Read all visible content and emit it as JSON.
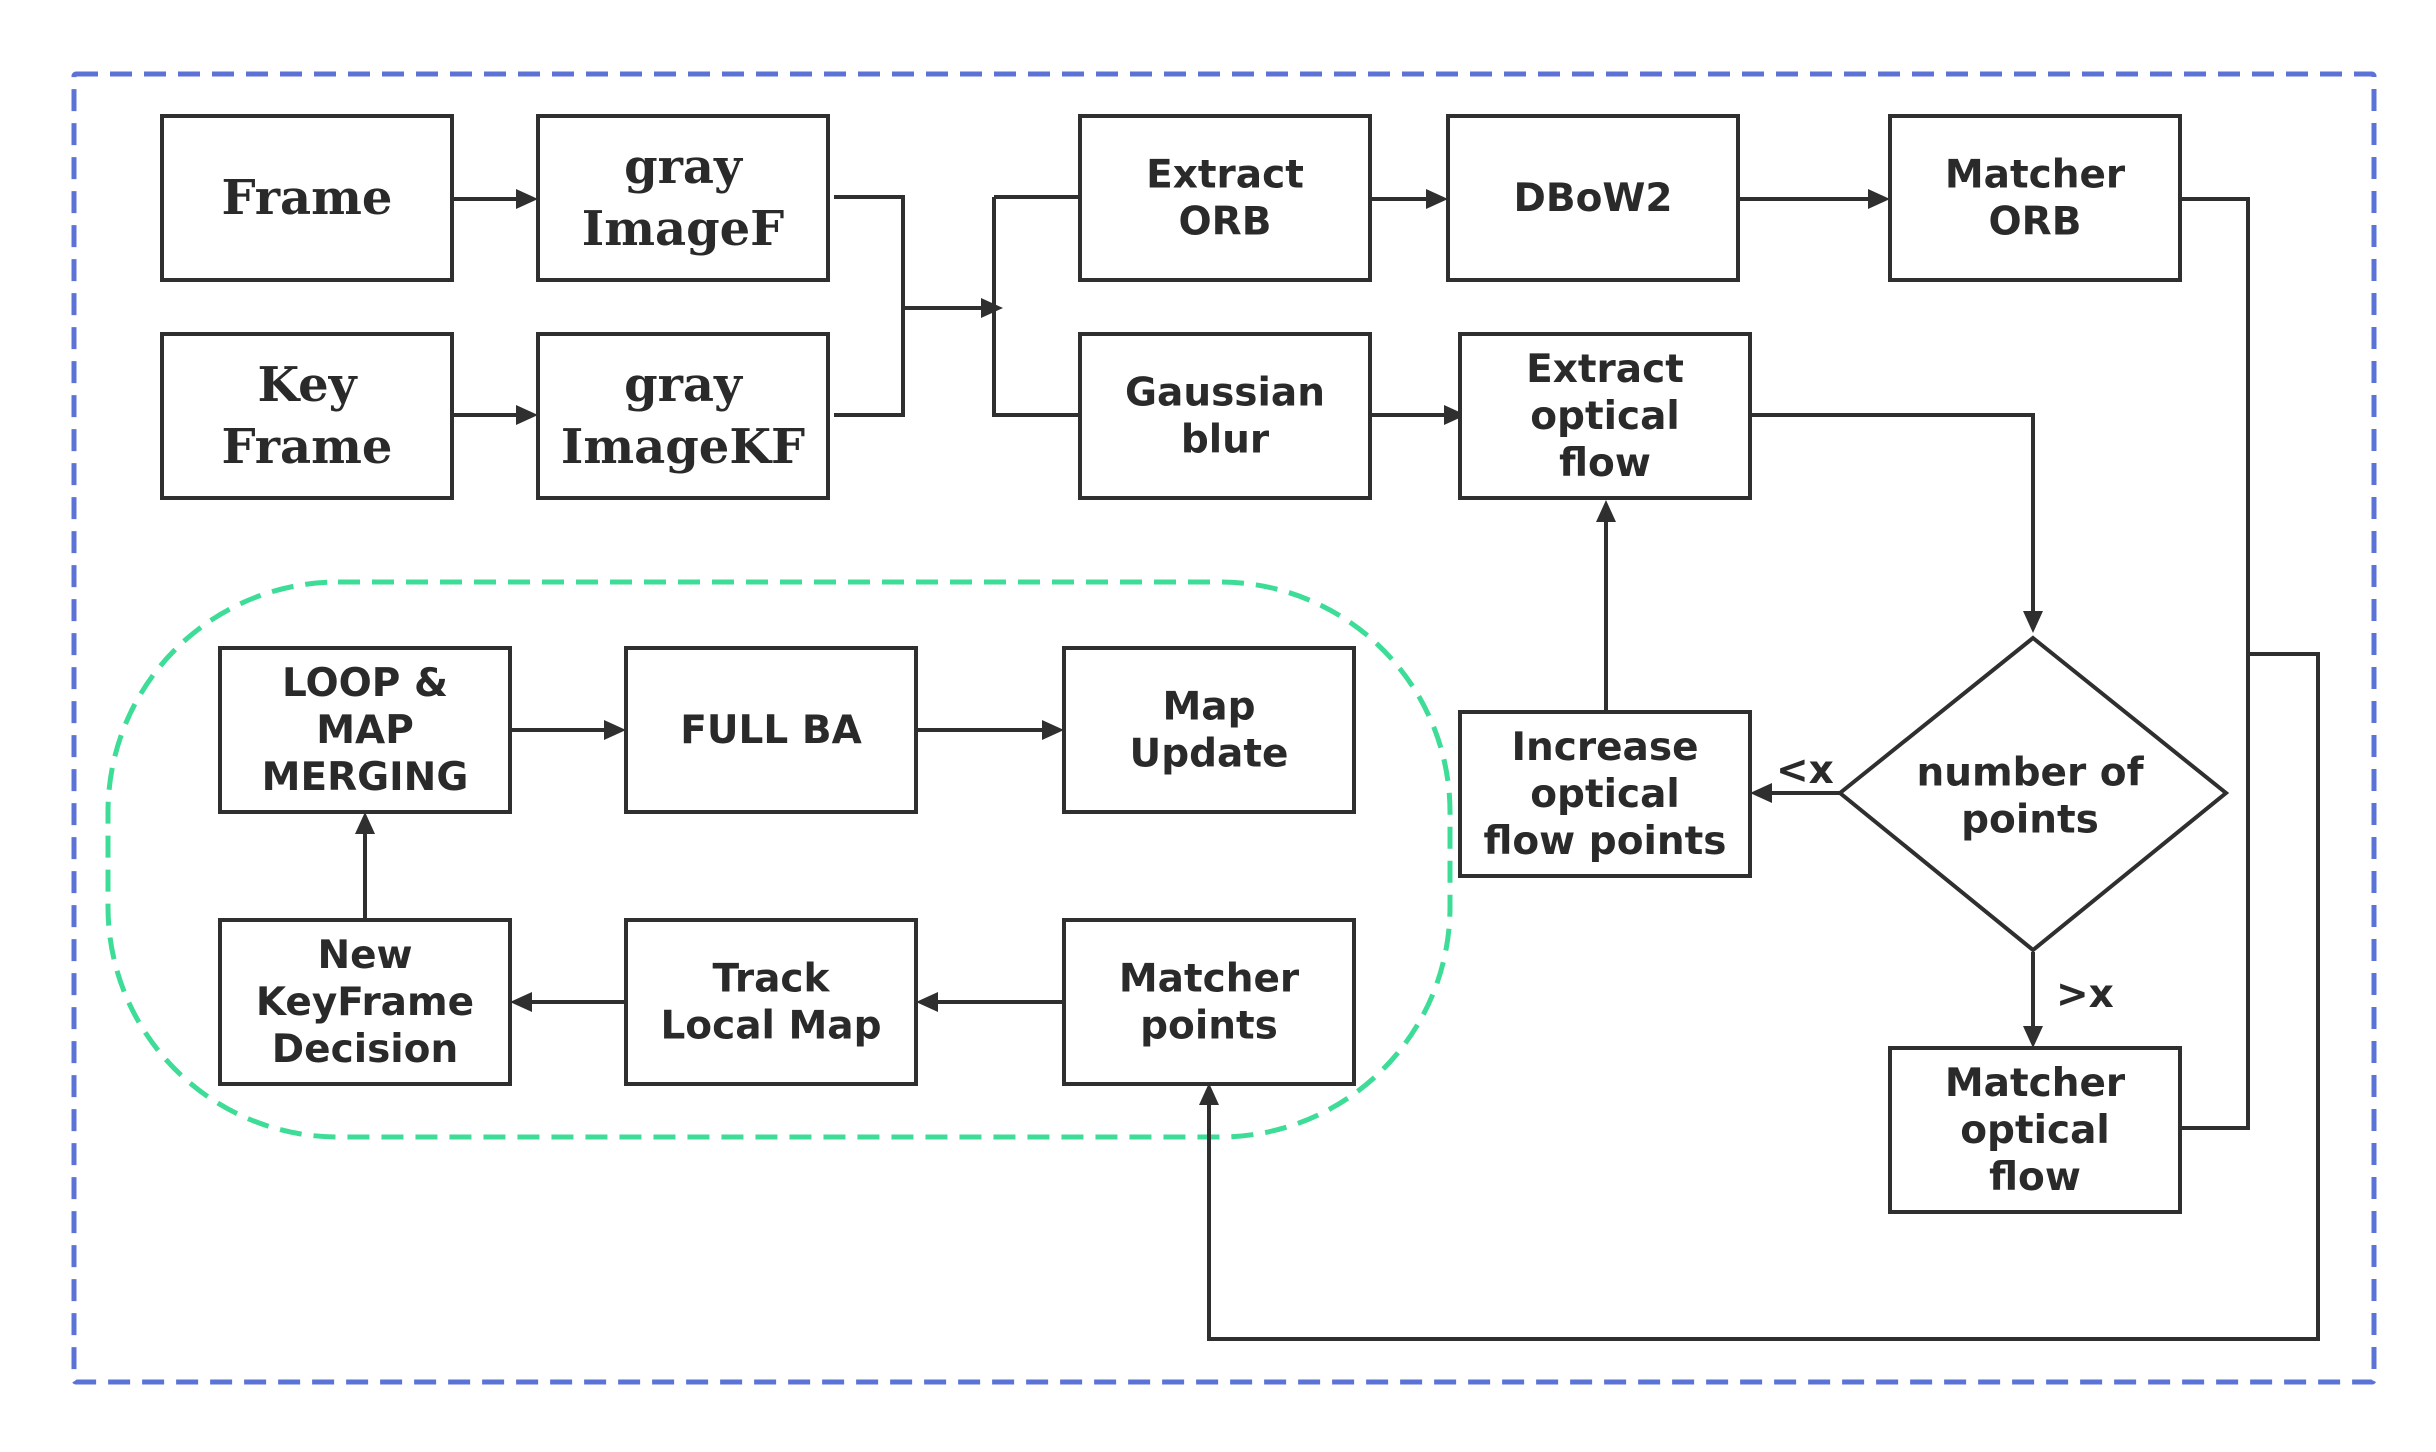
{
  "nodes": {
    "frame": [
      "Frame"
    ],
    "gray_image_f": [
      "gray",
      "ImageF"
    ],
    "key_frame": [
      "Key",
      "Frame"
    ],
    "gray_image_kf": [
      "gray",
      "ImageKF"
    ],
    "extract_orb": [
      "Extract",
      "ORB"
    ],
    "dbow2": [
      "DBoW2"
    ],
    "matcher_orb": [
      "Matcher",
      "ORB"
    ],
    "gaussian_blur": [
      "Gaussian",
      "blur"
    ],
    "extract_optical_flow": [
      "Extract",
      "optical",
      "flow"
    ],
    "number_of_points": [
      "number of",
      "points"
    ],
    "increase_optical_flow_points": [
      "Increase",
      "optical",
      "flow points"
    ],
    "matcher_optical_flow": [
      "Matcher",
      "optical",
      "flow"
    ],
    "loop_map_merging": [
      "LOOP &",
      "MAP",
      "MERGING"
    ],
    "full_ba": [
      "FULL BA"
    ],
    "map_update": [
      "Map",
      "Update"
    ],
    "new_keyframe_decision": [
      "New",
      "KeyFrame",
      "Decision"
    ],
    "track_local_map": [
      "Track",
      "Local Map"
    ],
    "matcher_points": [
      "Matcher",
      "points"
    ]
  },
  "edge_labels": {
    "less_than_x": "<x",
    "greater_than_x": ">x"
  },
  "colors": {
    "outer_border": "#5b73d6",
    "inner_border": "#3ddc97",
    "line": "#2f2f2f"
  }
}
